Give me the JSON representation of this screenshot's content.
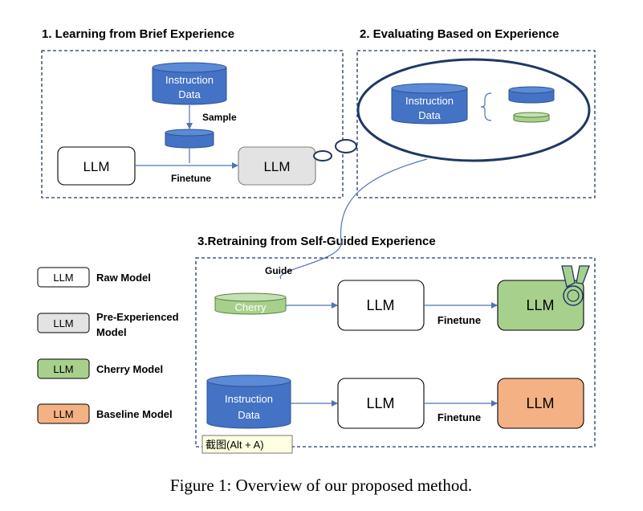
{
  "sections": {
    "s1_title": "1. Learning from Brief Experience",
    "s2_title": "2. Evaluating Based on Experience",
    "s3_title": "3.Retraining from Self-Guided Experience"
  },
  "s1": {
    "instruction_l1": "Instruction",
    "instruction_l2": "Data",
    "sample_label": "Sample",
    "llm_raw": "LLM",
    "llm_pre": "LLM",
    "finetune_label": "Finetune"
  },
  "s2": {
    "instruction_l1": "Instruction",
    "instruction_l2": "Data"
  },
  "s3": {
    "guide_label": "Guide",
    "cherry_label": "Cherry",
    "llm_mid_top": "LLM",
    "llm_cherry": "LLM",
    "finetune_top": "Finetune",
    "instruction_l1": "Instruction",
    "instruction_l2": "Data",
    "llm_mid_bottom": "LLM",
    "llm_baseline": "LLM",
    "finetune_bottom": "Finetune"
  },
  "legend": [
    {
      "box": "LLM",
      "label": "Raw Model",
      "color": "#ffffff"
    },
    {
      "box": "LLM",
      "label": "Pre-Experienced",
      "label2": "Model",
      "color": "#e3e3e3"
    },
    {
      "box": "LLM",
      "label": "Cherry Model",
      "color": "#a8d08d"
    },
    {
      "box": "LLM",
      "label": "Baseline Model",
      "color": "#f4b183"
    }
  ],
  "tooltip": "截图(Alt + A)",
  "caption": "Figure 1: Overview of our proposed method.",
  "colors": {
    "cylinder_blue": "#4472c4",
    "cylinder_top": "#5b8ad6",
    "border_navy": "#1f3864",
    "arrow_blue": "#4f74b5",
    "green": "#a8d08d",
    "orange": "#f4b183",
    "grey": "#e3e3e3"
  }
}
